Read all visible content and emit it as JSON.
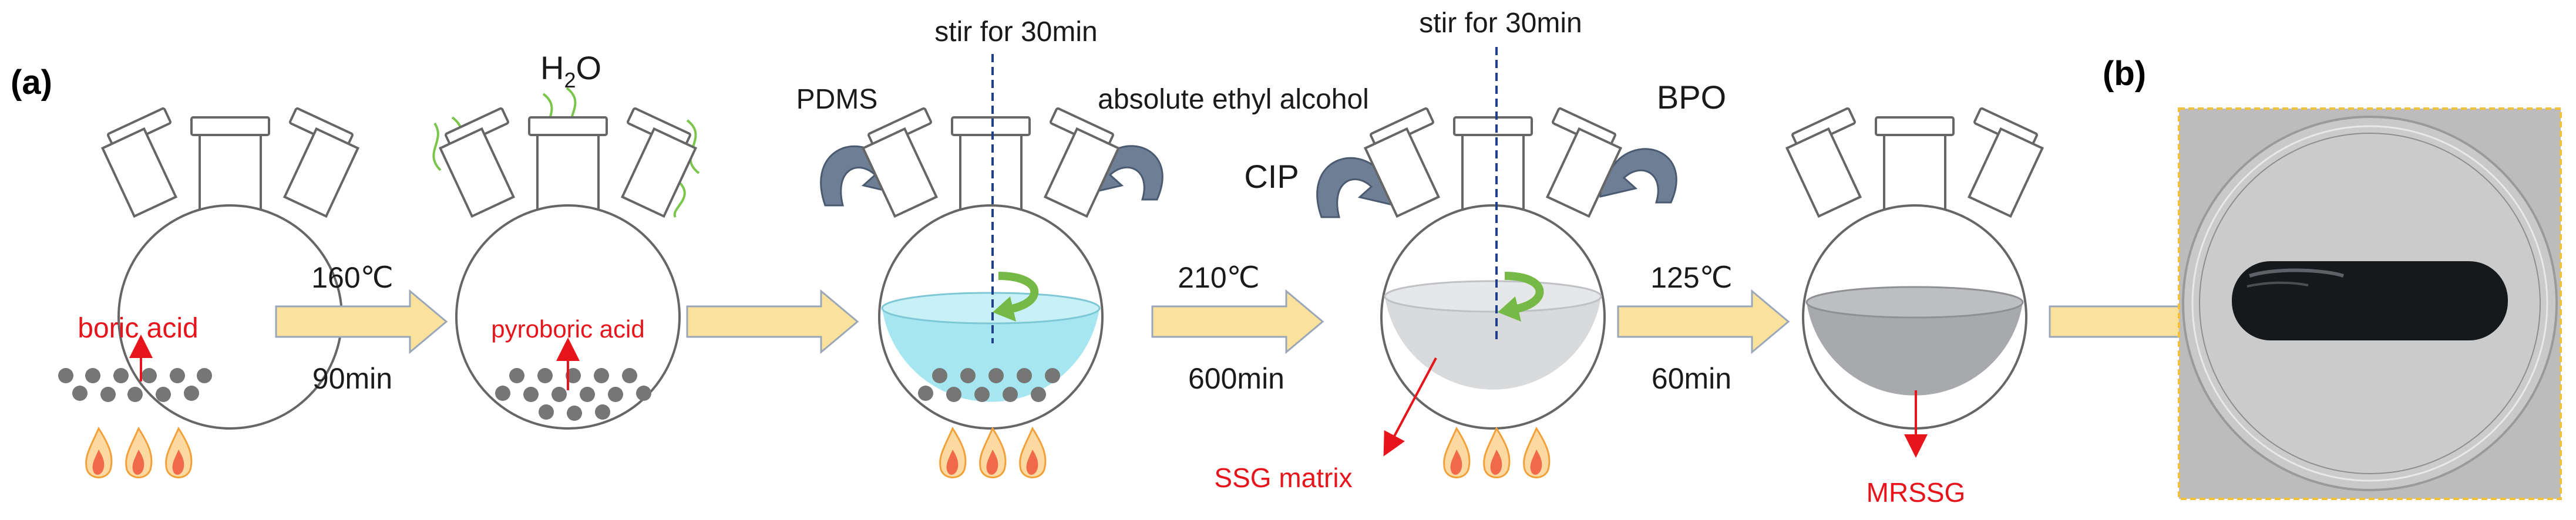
{
  "panel_labels": {
    "a": "(a)",
    "b": "(b)"
  },
  "step1": {
    "inside": "boric acid",
    "temp": "160℃",
    "time": "90min"
  },
  "step2": {
    "vapor_base": "H",
    "vapor_sub": "2",
    "vapor_tail": "O",
    "inside": "pyroboric acid"
  },
  "step3": {
    "stir": "stir for 30min",
    "add_left": "PDMS",
    "add_right": "absolute ethyl alcohol",
    "temp": "210℃",
    "time": "600min"
  },
  "step4": {
    "stir": "stir for 30min",
    "add_left": "CIP",
    "add_right": "BPO",
    "product": "SSG matrix",
    "temp": "125℃",
    "time": "60min"
  },
  "step5": {
    "product": "MRSSG"
  },
  "colors": {
    "accent_red": "#e8141b",
    "arrow_fill": "#fbe29c",
    "arrow_stroke": "#9aa7b8",
    "curved_arrow": "#5a6a80",
    "vapor": "#79c64a",
    "liquid_step3": "#a6e6f0",
    "liquid_step4": "#d9dadc",
    "liquid_step5": "#a8a9ac",
    "particles": "#767676",
    "stir_line": "#1f3f8a",
    "rotate_arrow": "#76b947",
    "photo_frame": "#f4c03c"
  }
}
